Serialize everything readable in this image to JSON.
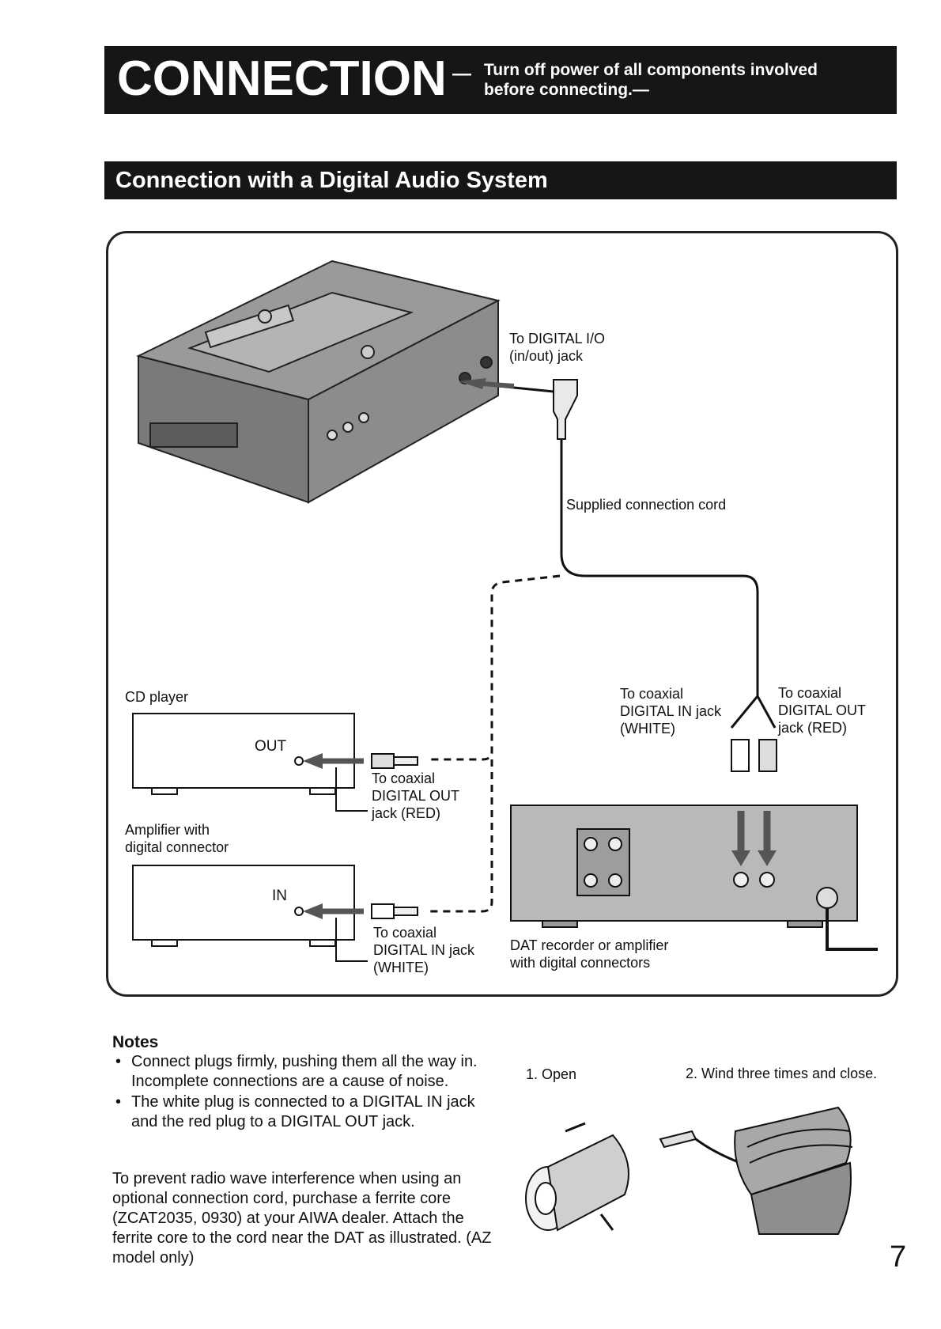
{
  "header": {
    "title": "CONNECTION",
    "dash": "—",
    "subtitle_line1": "Turn off power of all components involved",
    "subtitle_line2": "before connecting.—"
  },
  "section": {
    "title": "Connection with a Digital Audio System"
  },
  "diagram": {
    "digital_io_label": "To DIGITAL I/O\n(in/out) jack",
    "supplied_cord_label": "Supplied connection cord",
    "cd_player_label": "CD player",
    "cd_out_label": "OUT",
    "cd_coax_label": "To coaxial\nDIGITAL OUT\njack (RED)",
    "amp_label": "Amplifier with\ndigital connector",
    "amp_in_label": "IN",
    "amp_coax_label": "To coaxial\nDIGITAL IN jack\n(WHITE)",
    "dat_in_label": "To coaxial\nDIGITAL IN jack\n(WHITE)",
    "dat_out_label": "To coaxial\nDIGITAL OUT\njack (RED)",
    "dat_device_label": "DAT recorder or amplifier\nwith digital connectors"
  },
  "notes": {
    "title": "Notes",
    "items": [
      "Connect plugs firmly, pushing them all the way in. Incomplete connections are a cause of noise.",
      "The white plug is connected to a DIGITAL IN jack and the red plug to a DIGITAL OUT jack."
    ],
    "paragraph": "To prevent radio wave interference when using an optional connection cord, purchase a ferrite core (ZCAT2035, 0930) at your AIWA dealer. Attach the ferrite core to the cord near the DAT as illustrated. (AZ model only)"
  },
  "ferrite": {
    "step1": "1. Open",
    "step2": "2. Wind three times and close."
  },
  "page_number": "7"
}
